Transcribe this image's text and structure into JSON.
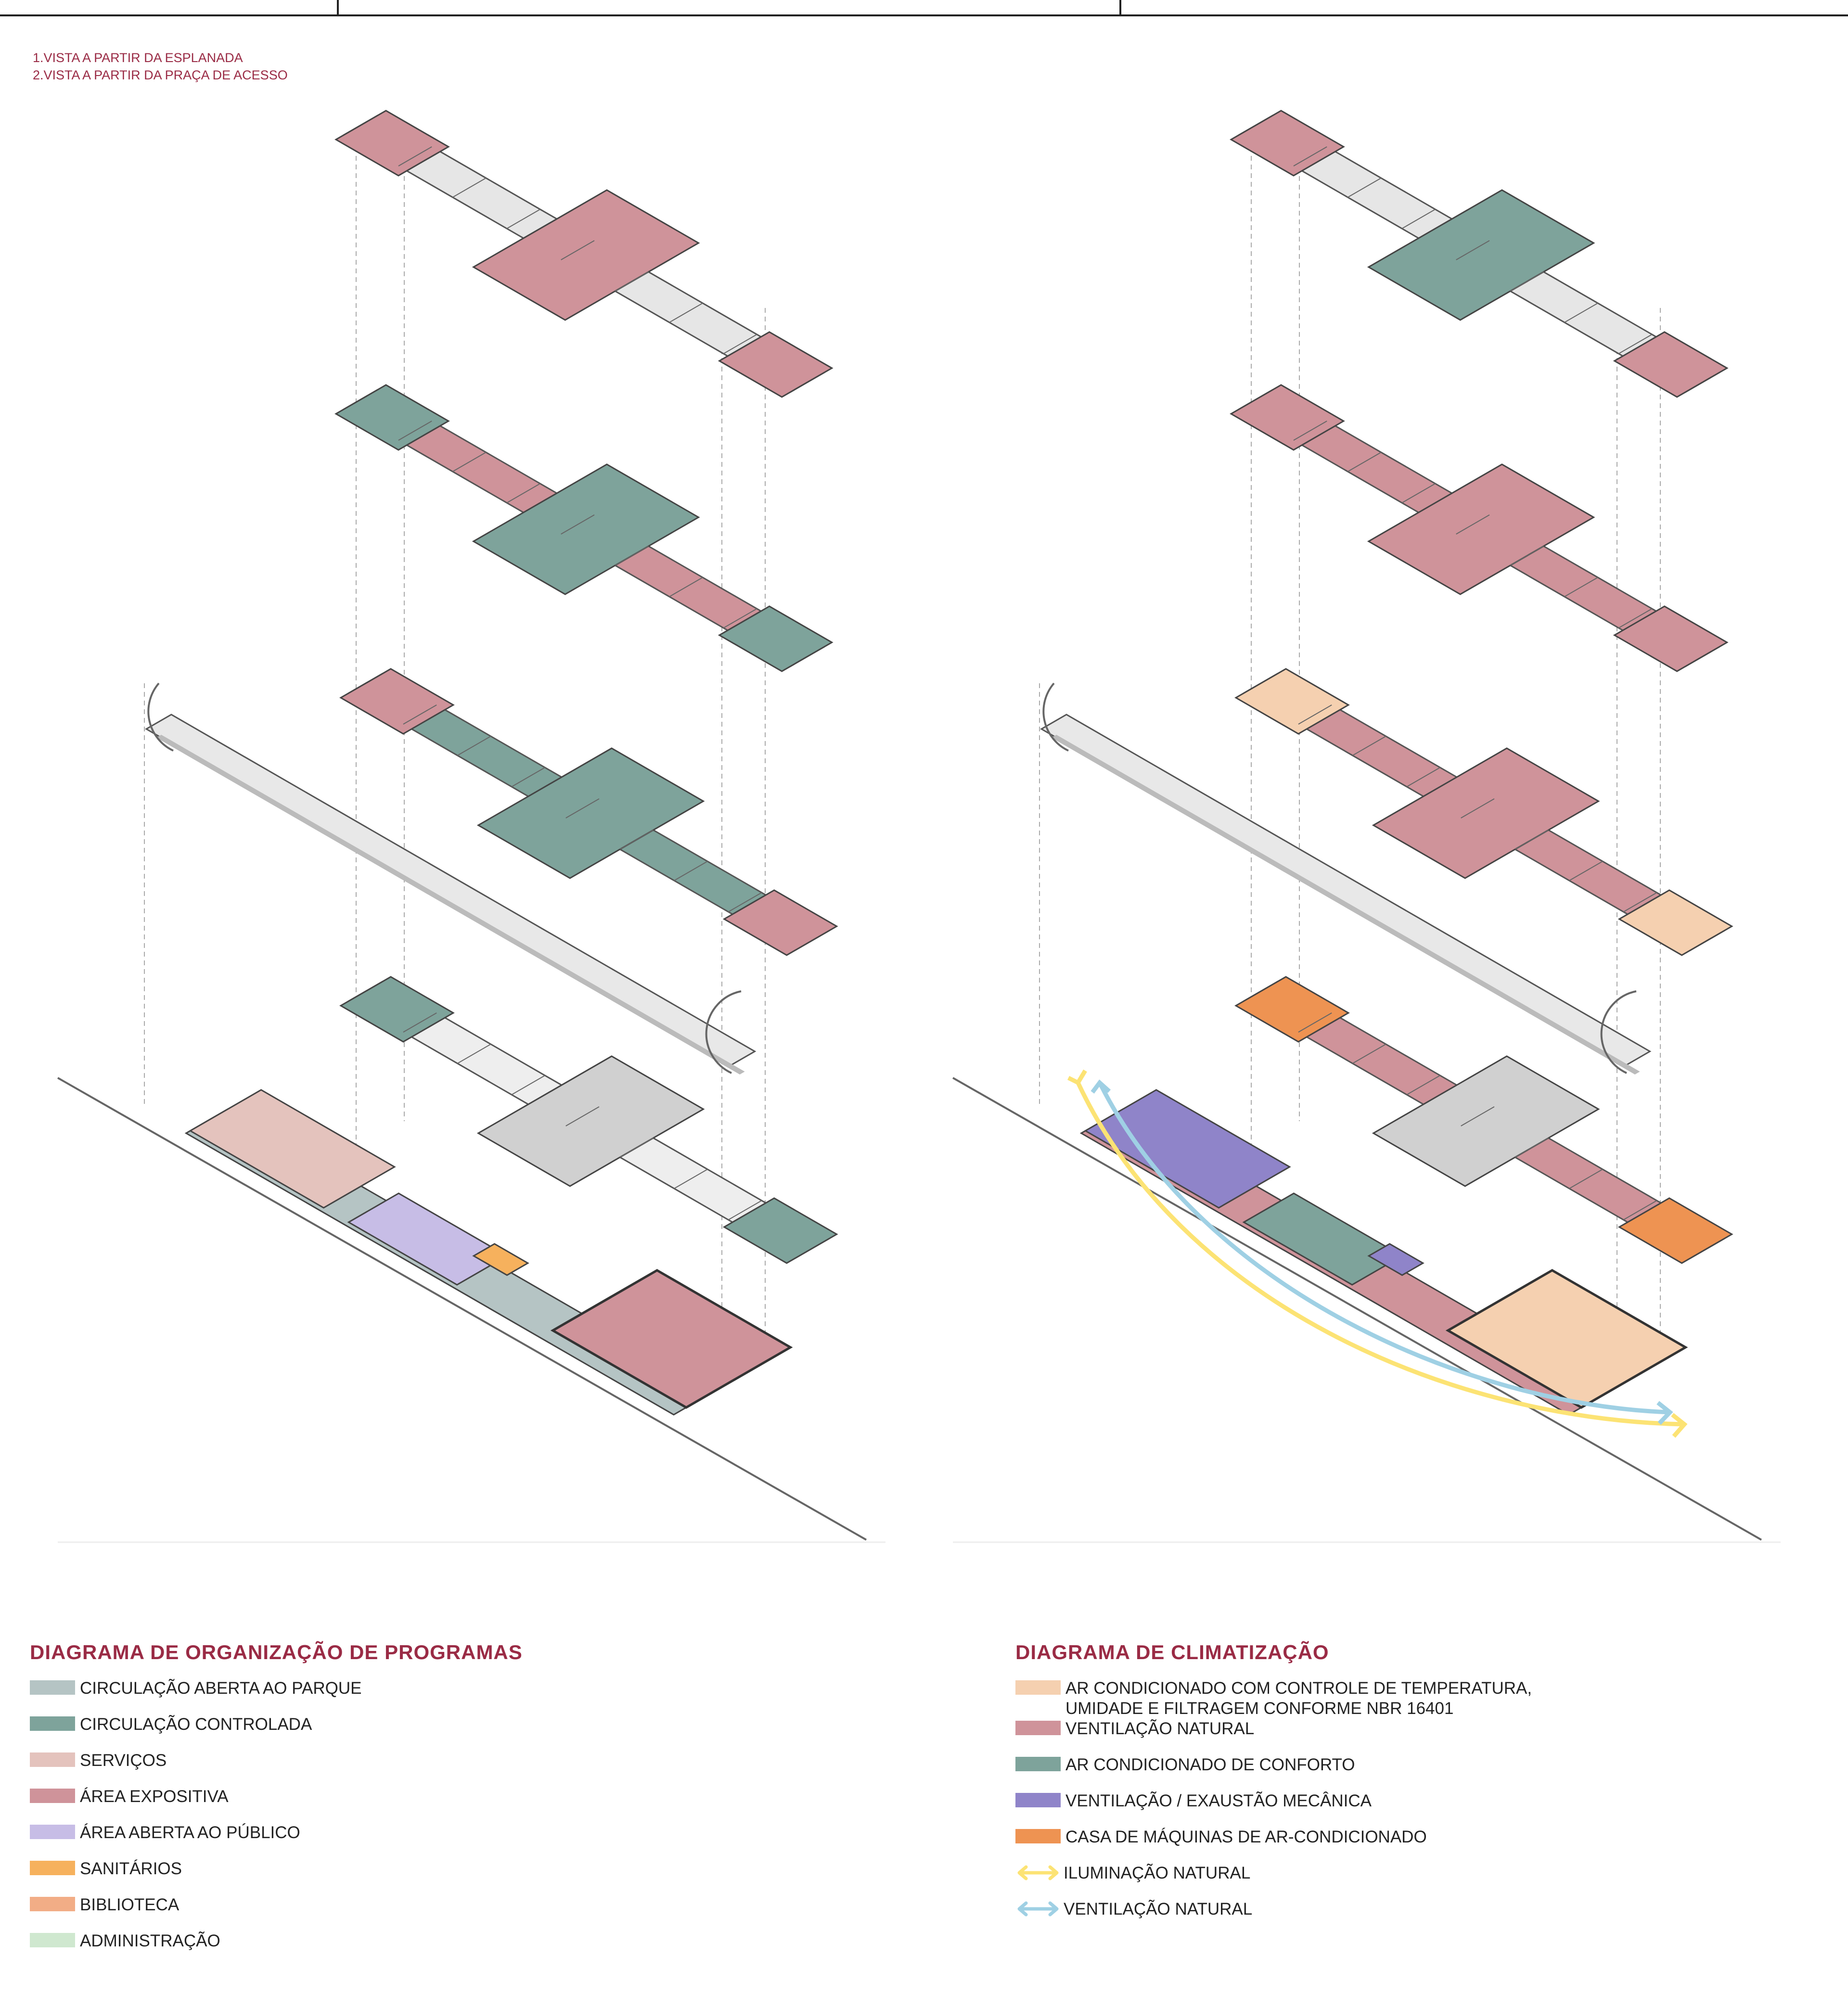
{
  "views": [
    "1.VISTA A PARTIR DA ESPLANADA",
    "2.VISTA A PARTIR DA PRAÇA DE ACESSO"
  ],
  "palette": {
    "circ_aberta": "#b5c4c4",
    "circ_controlada": "#7ea39b",
    "servicos": "#e4c3bd",
    "area_expositiva": "#cf939a",
    "area_aberta": "#c7bde6",
    "sanitarios": "#f6b15d",
    "biblioteca": "#f2ad86",
    "administracao": "#cfe8cf",
    "ar_museologico": "#f5d0b0",
    "ventilacao_natural": "#cf939a",
    "ar_conforto": "#7ea39b",
    "exaustao": "#8f84c9",
    "casa_maquinas": "#ee9352",
    "iluminacao": "#fce374",
    "ventilacao_arrow": "#9fd0e4"
  },
  "legend_programas": {
    "title": "DIAGRAMA DE ORGANIZAÇÃO DE PROGRAMAS",
    "items": [
      {
        "label": "CIRCULAÇÃO ABERTA AO PARQUE",
        "color": "#b5c4c4"
      },
      {
        "label": "CIRCULAÇÃO CONTROLADA",
        "color": "#7ea39b"
      },
      {
        "label": "SERVIÇOS",
        "color": "#e4c3bd"
      },
      {
        "label": "ÁREA EXPOSITIVA",
        "color": "#cf939a"
      },
      {
        "label": "ÁREA ABERTA AO PÚBLICO",
        "color": "#c7bde6"
      },
      {
        "label": "SANITÁRIOS",
        "color": "#f6b15d"
      },
      {
        "label": "BIBLIOTECA",
        "color": "#f2ad86"
      },
      {
        "label": "ADMINISTRAÇÃO",
        "color": "#cfe8cf"
      }
    ]
  },
  "legend_climatizacao": {
    "title": "DIAGRAMA DE CLIMATIZAÇÃO",
    "items": [
      {
        "label": "AR CONDICIONADO COM CONTROLE DE TEMPERATURA,\nUMIDADE E FILTRAGEM CONFORME NBR 16401",
        "color": "#f5d0b0"
      },
      {
        "label": "VENTILAÇÃO NATURAL",
        "color": "#cf939a"
      },
      {
        "label": "AR CONDICIONADO DE CONFORTO",
        "color": "#7ea39b"
      },
      {
        "label": "VENTILAÇÃO / EXAUSTÃO MECÂNICA",
        "color": "#8f84c9"
      },
      {
        "label": "CASA DE MÁQUINAS DE AR-CONDICIONADO",
        "color": "#ee9352"
      }
    ],
    "arrows": [
      {
        "label": "ILUMINAÇÃO NATURAL",
        "color": "#fce374"
      },
      {
        "label": "VENTILAÇÃO NATURAL",
        "color": "#9fd0e4"
      }
    ]
  }
}
